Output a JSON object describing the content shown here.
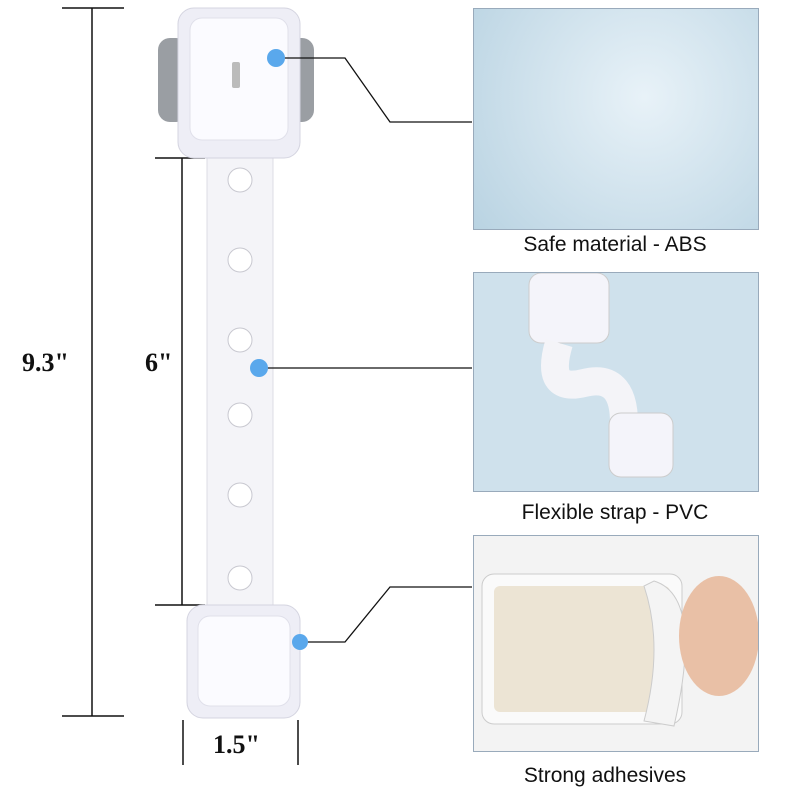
{
  "dimensions": {
    "total_length": "9.3\"",
    "strap_length": "6\"",
    "width": "1.5\""
  },
  "features": [
    {
      "label": "Safe material - ABS"
    },
    {
      "label": "Flexible strap - PVC"
    },
    {
      "label": "Strong adhesives"
    }
  ],
  "colors": {
    "callout_dot": "#5aa8ec",
    "panel_bg": "#cfe1ec",
    "line": "#111111"
  }
}
